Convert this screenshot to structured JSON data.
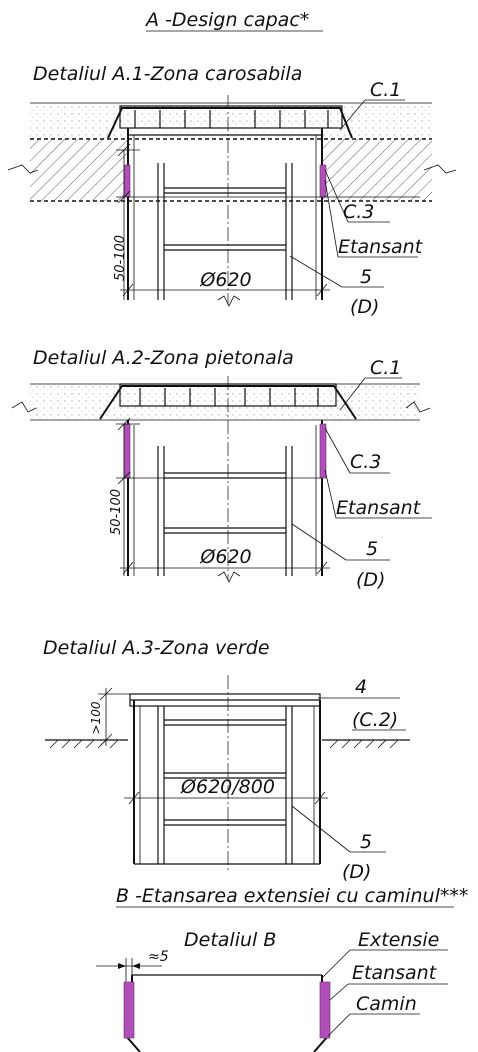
{
  "title": "A -Design capac*",
  "detail_a1": {
    "title": "Detaliul  A.1-Zona carosabila",
    "callouts": [
      "C.1",
      "C.3",
      "Etansant",
      "5",
      "(D)"
    ],
    "dim_height": "50-100",
    "dim_diameter": "Ø620"
  },
  "detail_a2": {
    "title": "Detaliul  A.2-Zona pietonala",
    "callouts": [
      "C.1",
      "C.3",
      "Etansant",
      "5",
      "(D)"
    ],
    "dim_height": "50-100",
    "dim_diameter": "Ø620"
  },
  "detail_a3": {
    "title": "Detaliul  A.3-Zona verde",
    "callouts": [
      "4",
      "(C.2)",
      "5",
      "(D)"
    ],
    "dim_height": ">100",
    "dim_diameter": "Ø620/800"
  },
  "section_b": {
    "title": "B -Etansarea extensiei cu caminul***",
    "detail_title": "Detaliul B",
    "dim_gap": "≈5",
    "callouts": [
      "Extensie",
      "Etansant",
      "Camin"
    ]
  },
  "colors": {
    "ink": "#111111",
    "sealant": "#b04fb8"
  }
}
